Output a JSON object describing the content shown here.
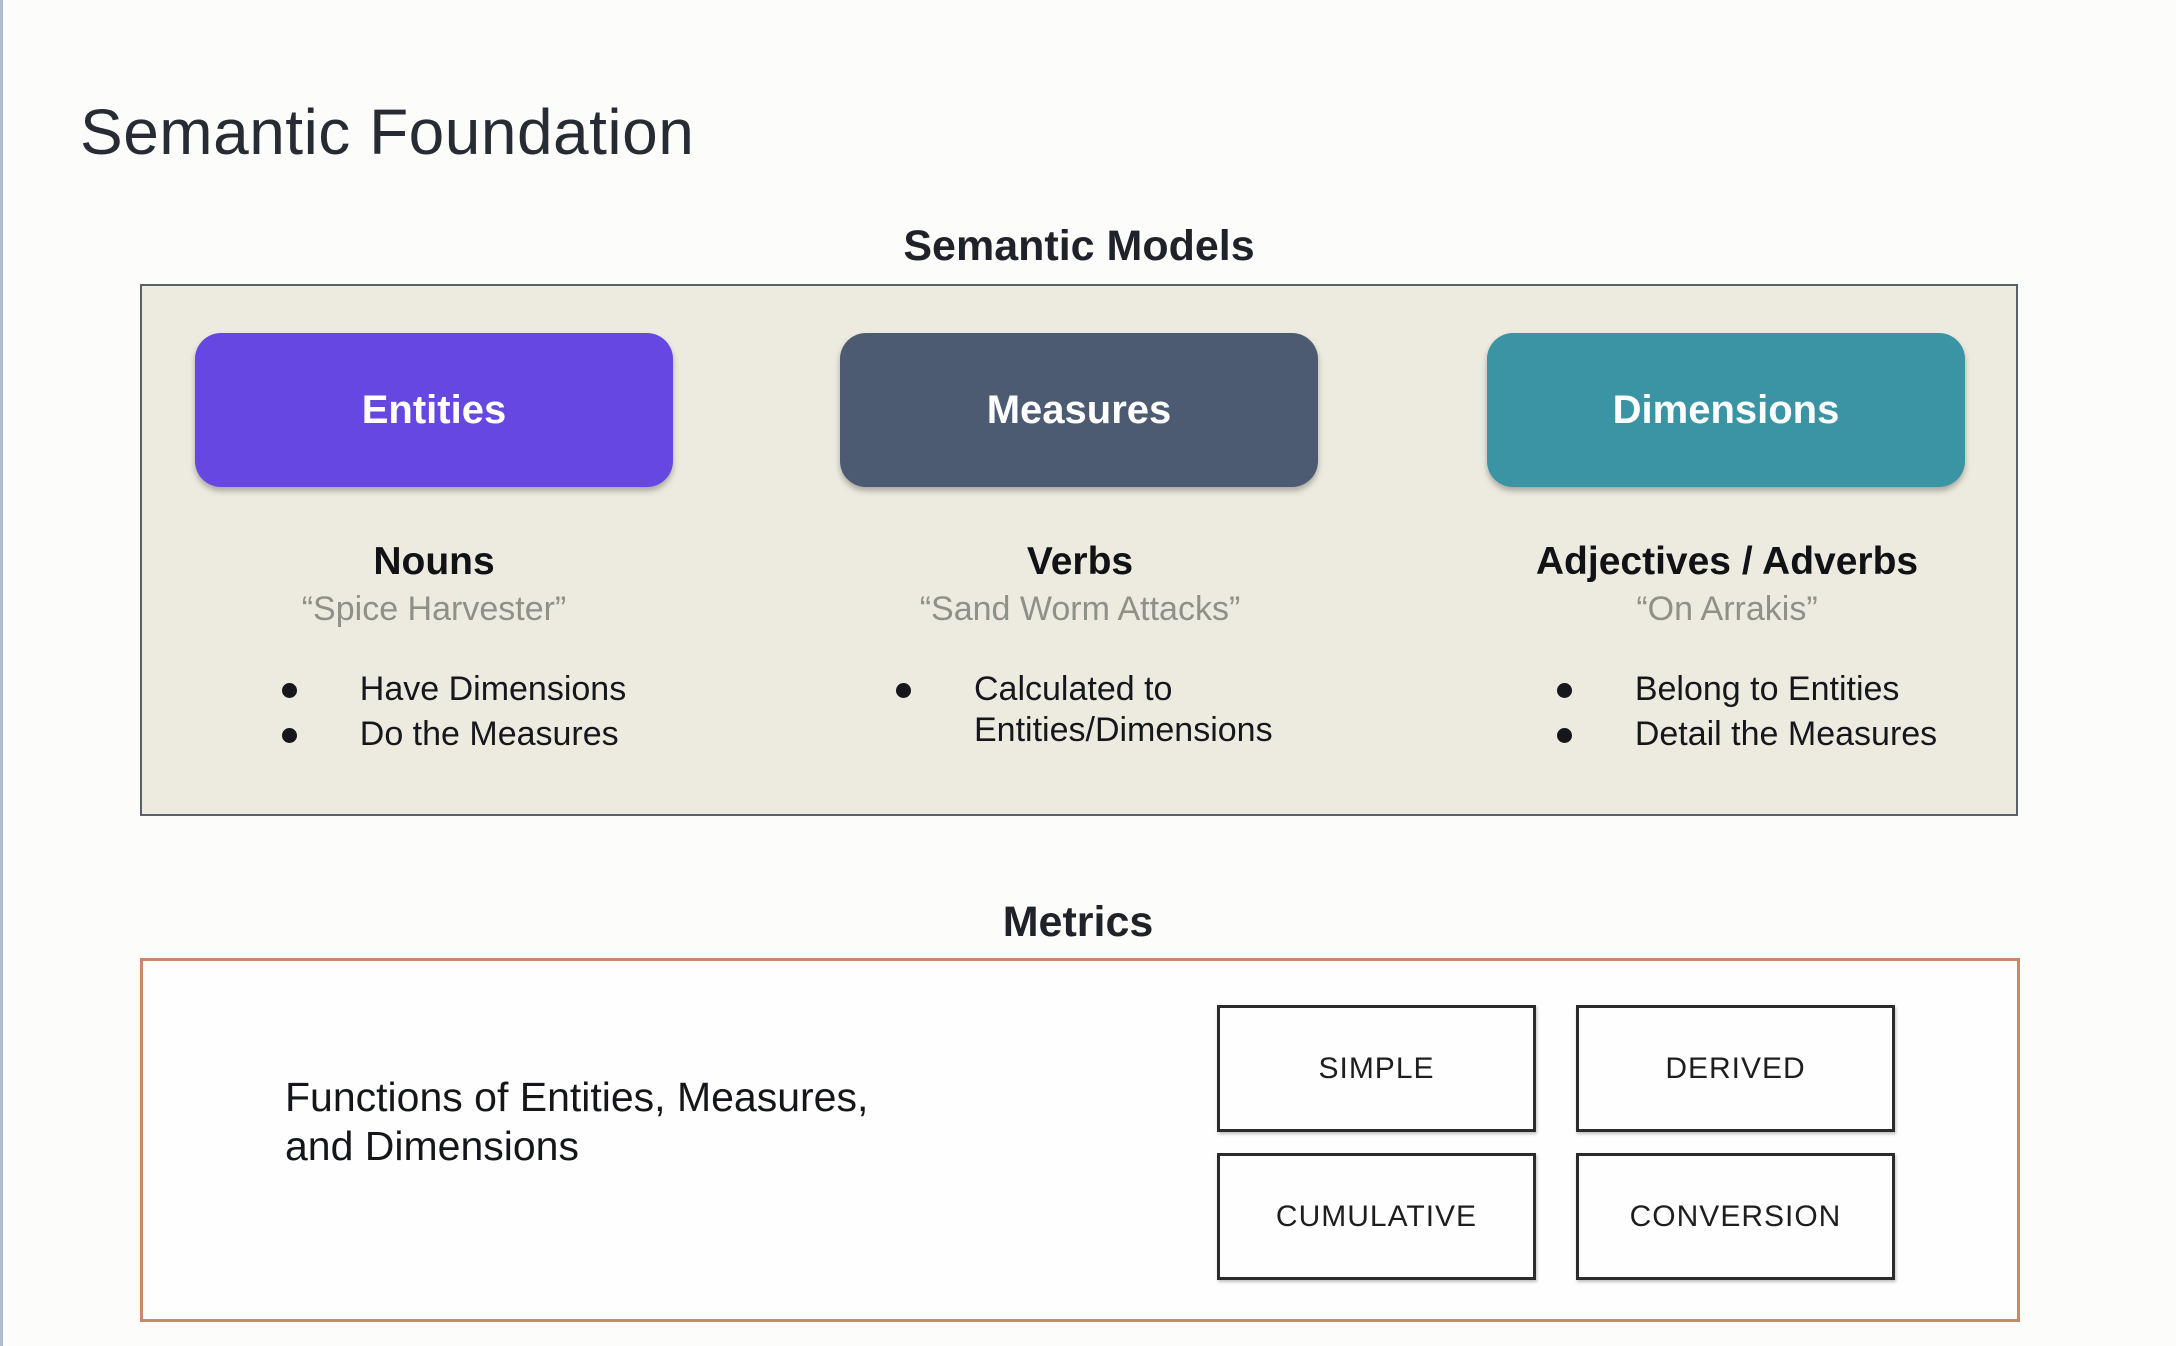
{
  "page": {
    "title": "Semantic Foundation"
  },
  "semantic_models": {
    "heading": "Semantic Models",
    "panel_bg": "#edebdf",
    "columns": [
      {
        "box_label": "Entities",
        "box_color": "#6747e1",
        "subtitle": "Nouns",
        "quote": "“Spice Harvester”",
        "bullets": [
          "Have Dimensions",
          "Do the Measures"
        ]
      },
      {
        "box_label": "Measures",
        "box_color": "#4d5b72",
        "subtitle": "Verbs",
        "quote": "“Sand Worm Attacks”",
        "bullets": [
          "Calculated to Entities/Dimensions"
        ]
      },
      {
        "box_label": "Dimensions",
        "box_color": "#3b94a4",
        "subtitle": "Adjectives / Adverbs",
        "quote": "“On Arrakis”",
        "bullets": [
          "Belong to Entities",
          "Detail the Measures"
        ]
      }
    ]
  },
  "metrics": {
    "heading": "Metrics",
    "border_color": "#c9876e",
    "description": "Functions of Entities, Measures, and Dimensions",
    "types": [
      "SIMPLE",
      "DERIVED",
      "CUMULATIVE",
      "CONVERSION"
    ]
  }
}
